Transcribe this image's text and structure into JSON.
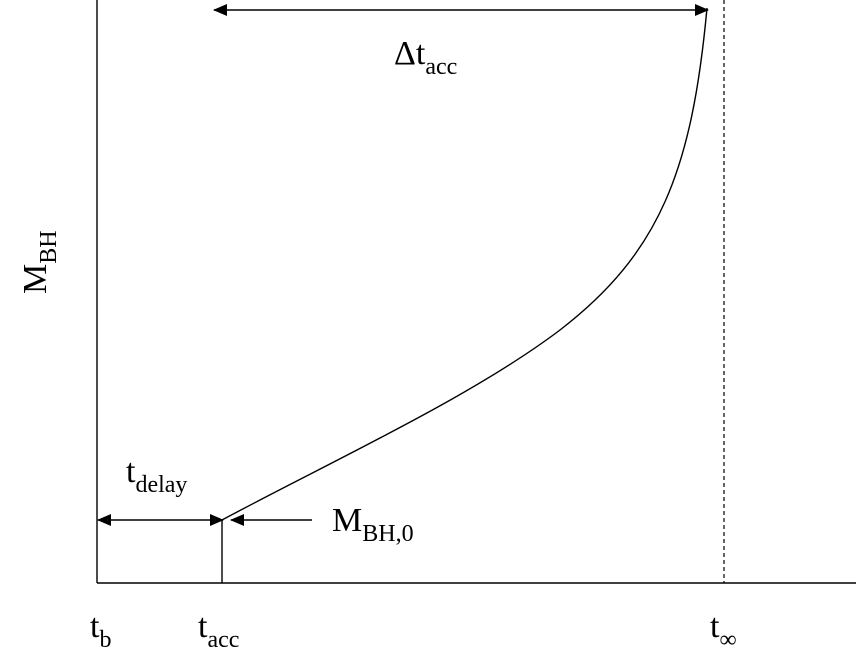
{
  "diagram": {
    "y_axis": {
      "main": "M",
      "sub": "BH"
    },
    "x_ticks": [
      {
        "main": "t",
        "sub": "b"
      },
      {
        "main": "t",
        "sub": "acc"
      },
      {
        "main": "t",
        "sub": "∞"
      }
    ],
    "annotations": {
      "delta": {
        "main": "Δt",
        "sub": "acc"
      },
      "delay": {
        "main": "t",
        "sub": "delay"
      },
      "initial_mass": {
        "main": "M",
        "sub": "BH,0"
      }
    },
    "colors": {
      "ink": "#000000",
      "background": "#ffffff"
    }
  }
}
